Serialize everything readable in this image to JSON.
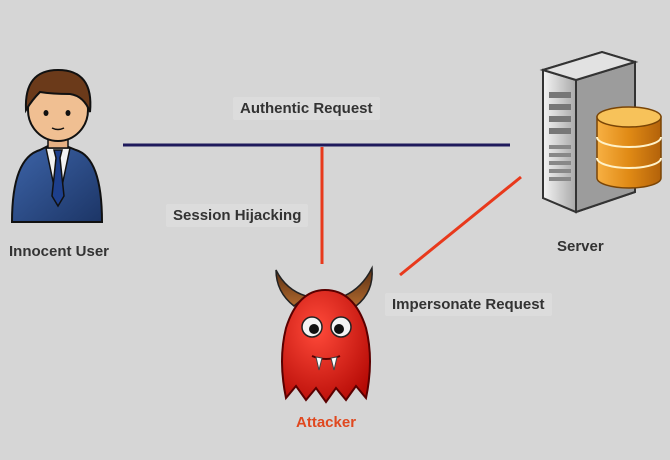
{
  "nodes": {
    "user": {
      "label": "Innocent User",
      "icon": "businessman-icon"
    },
    "server": {
      "label": "Server",
      "icon": "server-database-icon"
    },
    "attacker": {
      "label": "Attacker",
      "icon": "red-devil-icon",
      "label_color": "#e0481f"
    }
  },
  "edges": [
    {
      "from": "user",
      "to": "server",
      "label": "Authentic Request",
      "color": "#1f1a5c"
    },
    {
      "from": "attacker",
      "to": "authentic-request-line",
      "label": "Session Hijacking",
      "color": "#e8391c"
    },
    {
      "from": "attacker",
      "to": "server",
      "label": "Impersonate Request",
      "color": "#e8391c"
    }
  ]
}
